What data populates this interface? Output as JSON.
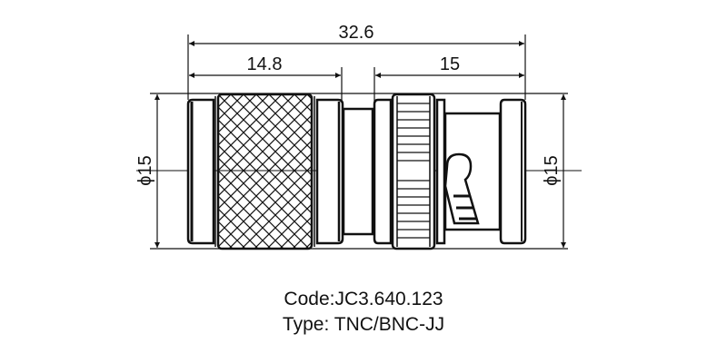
{
  "drawing": {
    "subject": "TNC to BNC adapter connector",
    "dimensions": {
      "overall_length": "32.6",
      "left_length": "14.8",
      "right_length": "15",
      "left_diameter": "ϕ15",
      "right_diameter": "ϕ15"
    },
    "colors": {
      "line": "#111111",
      "background": "#ffffff"
    }
  },
  "caption": {
    "code": "Code:JC3.640.123",
    "type": "Type: TNC/BNC-JJ"
  }
}
